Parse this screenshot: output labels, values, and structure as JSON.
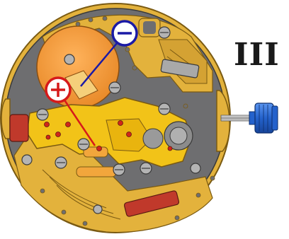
{
  "diagram": {
    "step_label": "III",
    "markers": [
      {
        "name": "negative-terminal",
        "symbol": "−",
        "color": "#1a1aa6"
      },
      {
        "name": "positive-terminal",
        "symbol": "+",
        "color": "#d61a1a"
      }
    ],
    "colors": {
      "plate": "#6e6e70",
      "gold": "#e3b23c",
      "bridge_yellow": "#f2c318",
      "battery": "#f2a24a",
      "crown": "#2f6fd8",
      "coil_red": "#c0392b"
    },
    "icons": [
      "watch-movement-icon",
      "battery-icon",
      "crown-icon",
      "screw-icon"
    ]
  }
}
